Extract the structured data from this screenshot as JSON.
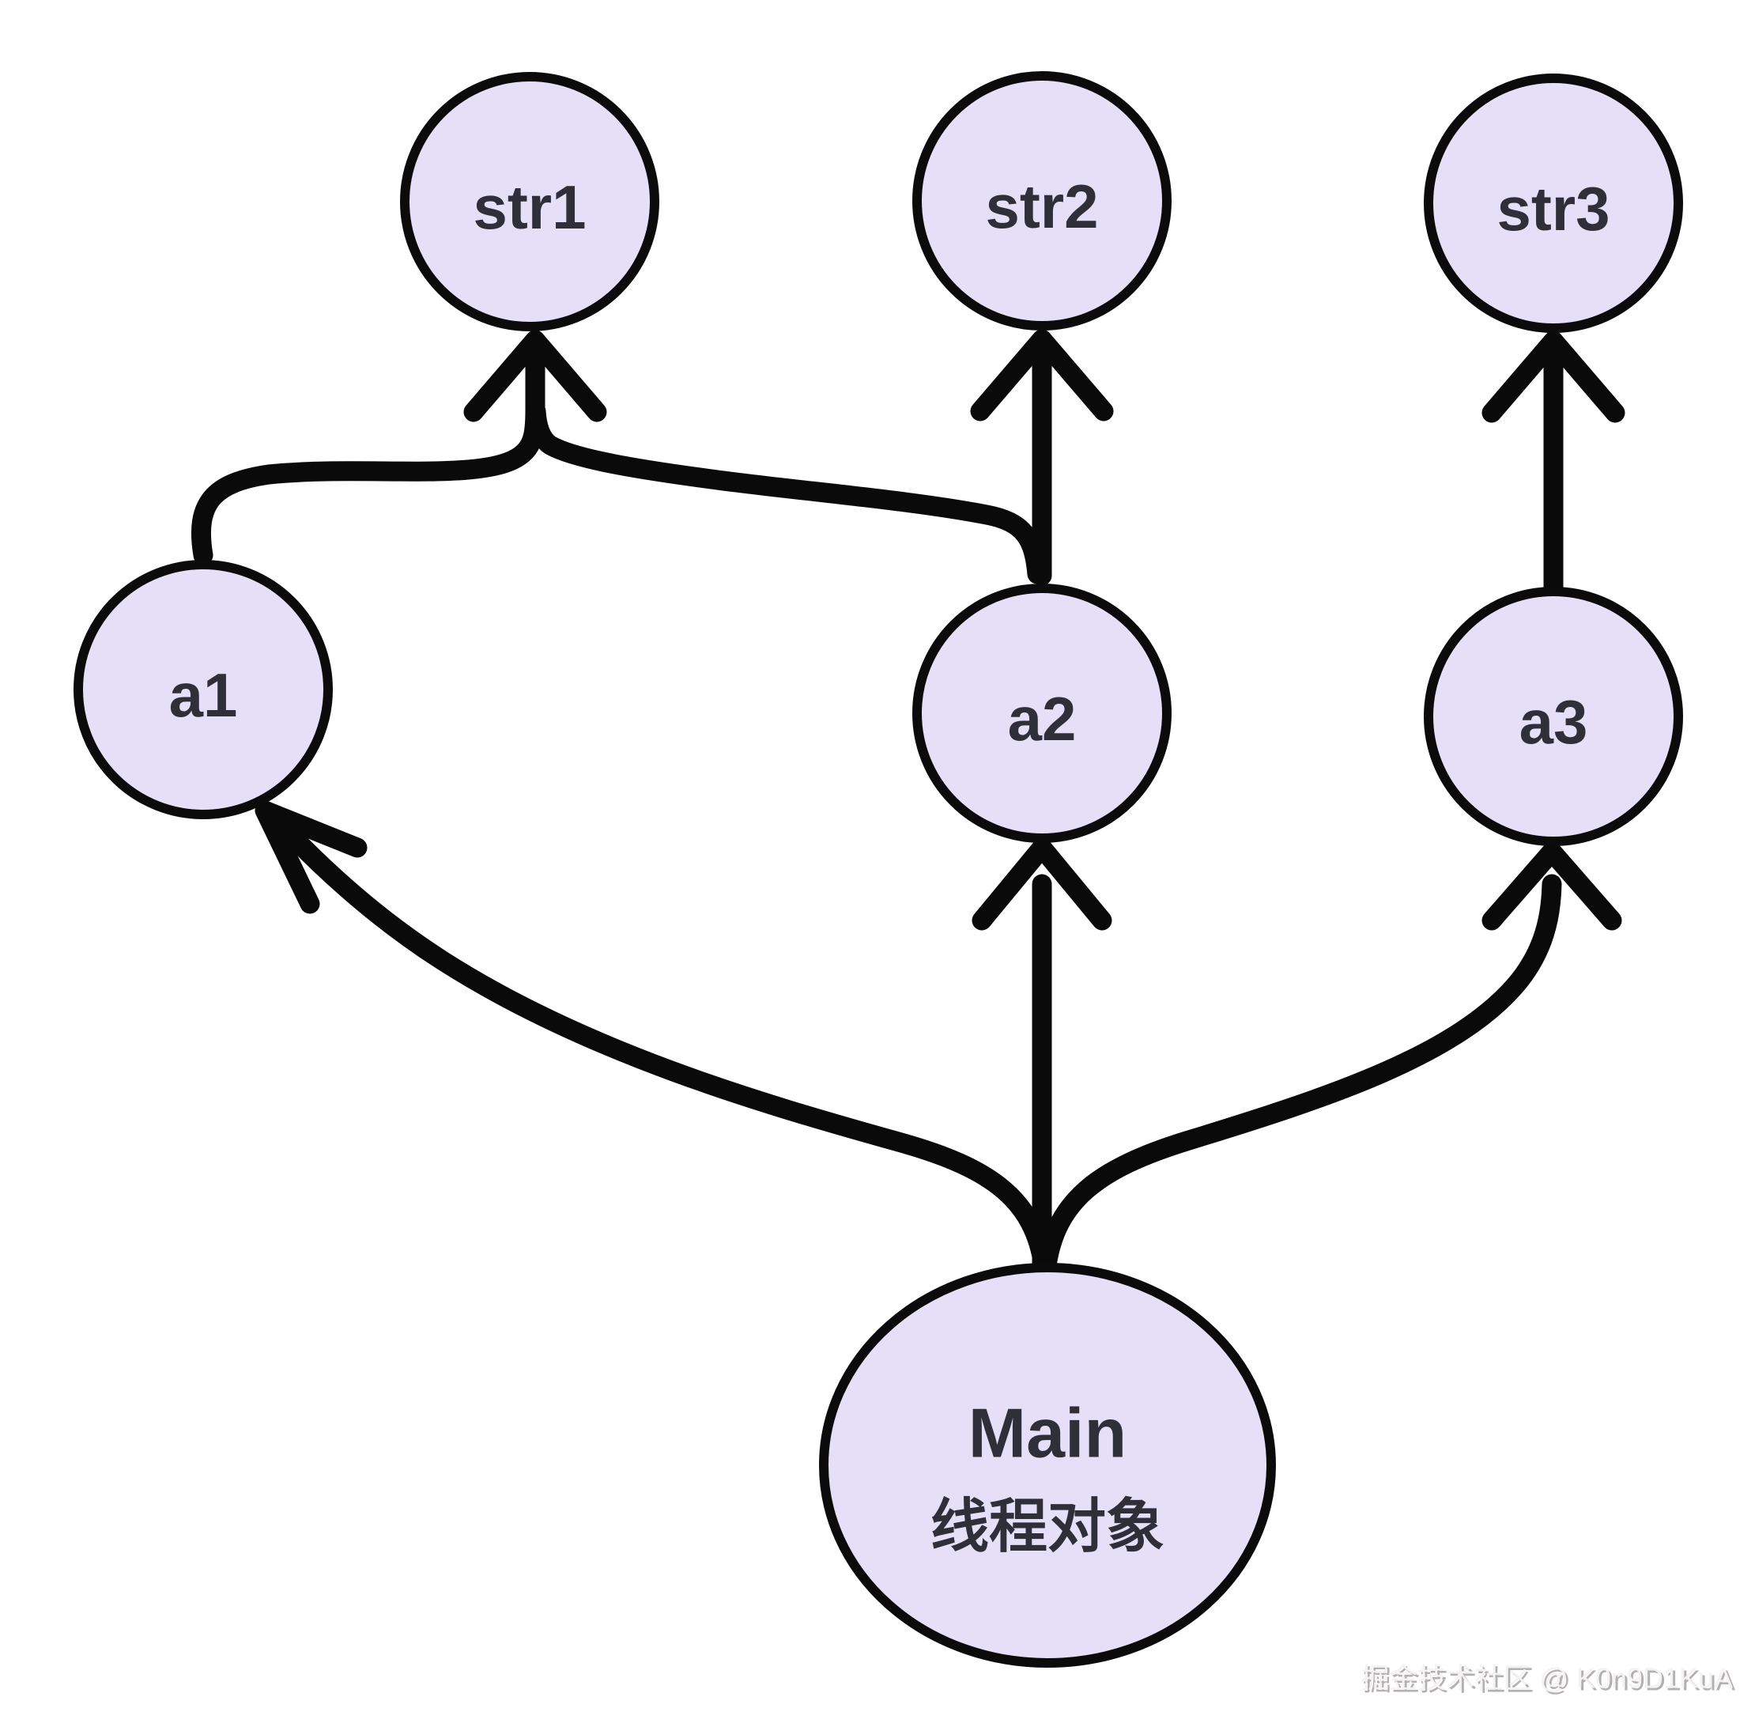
{
  "diagram": {
    "nodes": {
      "str1": {
        "label": "str1"
      },
      "str2": {
        "label": "str2"
      },
      "str3": {
        "label": "str3"
      },
      "a1": {
        "label": "a1"
      },
      "a2": {
        "label": "a2"
      },
      "a3": {
        "label": "a3"
      },
      "main": {
        "line1": "Main",
        "line2": "线程对象"
      }
    },
    "edges": [
      {
        "from": "a1",
        "to": "str1",
        "style": "curved-merge"
      },
      {
        "from": "a2",
        "to": "str1",
        "style": "curved-merge"
      },
      {
        "from": "a2",
        "to": "str2",
        "style": "straight-up"
      },
      {
        "from": "a3",
        "to": "str3",
        "style": "straight-up"
      },
      {
        "from": "main",
        "to": "a1",
        "style": "curved-left"
      },
      {
        "from": "main",
        "to": "a2",
        "style": "straight-up"
      },
      {
        "from": "main",
        "to": "a3",
        "style": "curved-right"
      }
    ],
    "colors": {
      "node-fill": "#e5e0f7",
      "node-stroke": "#0b0b0b",
      "arrow": "#0a0a0a",
      "label": "#2f2f39",
      "watermark": "#c9c6c6"
    }
  },
  "watermark": {
    "text": "掘金技术社区 @ K0n9D1KuA"
  }
}
